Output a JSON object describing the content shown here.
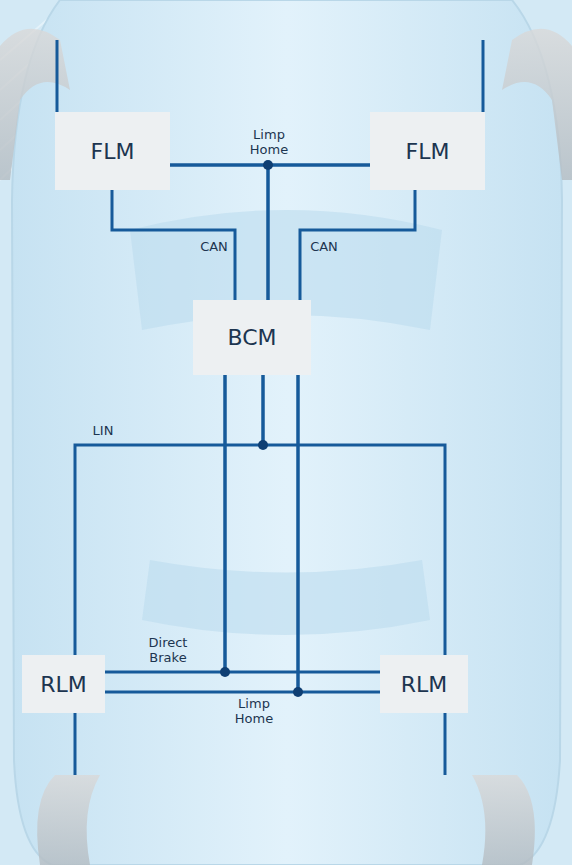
{
  "diagram": {
    "nodes": [
      {
        "text": [
          "FLM"
        ]
      },
      {
        "text": [
          "FLM"
        ]
      },
      {
        "text": [
          "BCM"
        ]
      },
      {
        "text": [
          "RLM"
        ]
      },
      {
        "text": [
          "RLM"
        ]
      }
    ],
    "edges": [
      {
        "from": 0,
        "to": 1,
        "arrow": "none",
        "label": "Limp Home"
      },
      {
        "from": 2,
        "to": 0,
        "arrow": "none"
      },
      {
        "from": 2,
        "to": 1,
        "arrow": "none"
      },
      {
        "from": 0,
        "to": 2,
        "arrow": "none",
        "label": "CAN"
      },
      {
        "from": 1,
        "to": 2,
        "arrow": "none",
        "label": "CAN"
      },
      {
        "from": 2,
        "to": 3,
        "arrow": "none",
        "label": "LIN"
      },
      {
        "from": 2,
        "to": 4,
        "arrow": "none"
      },
      {
        "from": 2,
        "to": 3,
        "arrow": "none",
        "label": "Direct Brake"
      },
      {
        "from": 2,
        "to": 4,
        "arrow": "none"
      },
      {
        "from": 2,
        "to": 3,
        "arrow": "none",
        "label": "Limp Home"
      },
      {
        "from": 2,
        "to": 4,
        "arrow": "none"
      }
    ]
  }
}
